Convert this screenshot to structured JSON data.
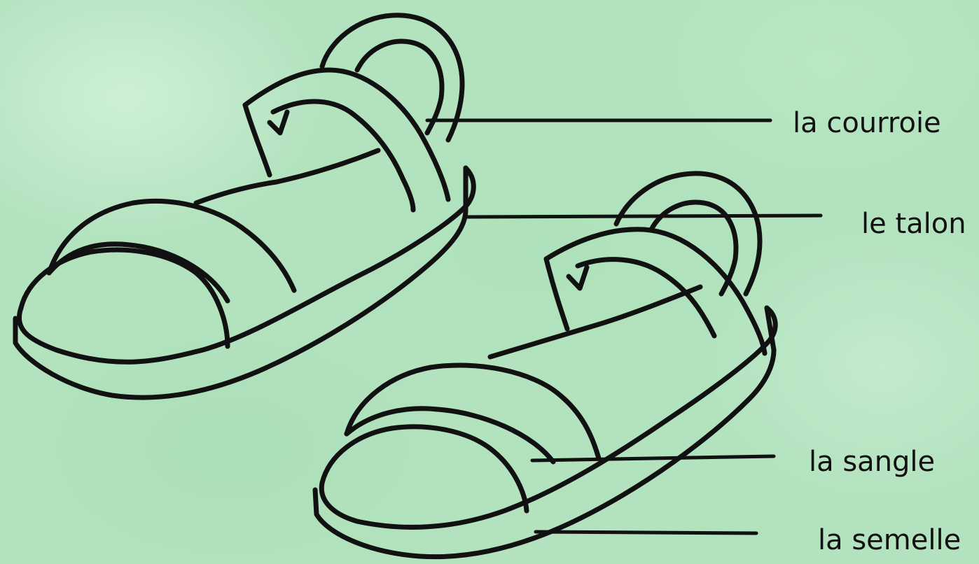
{
  "labels": {
    "courroie": "la courroie",
    "talon": "le talon",
    "sangle": "la sangle",
    "semelle": "la semelle"
  },
  "colors": {
    "background": "#b2e2be",
    "ink": "#111111"
  }
}
